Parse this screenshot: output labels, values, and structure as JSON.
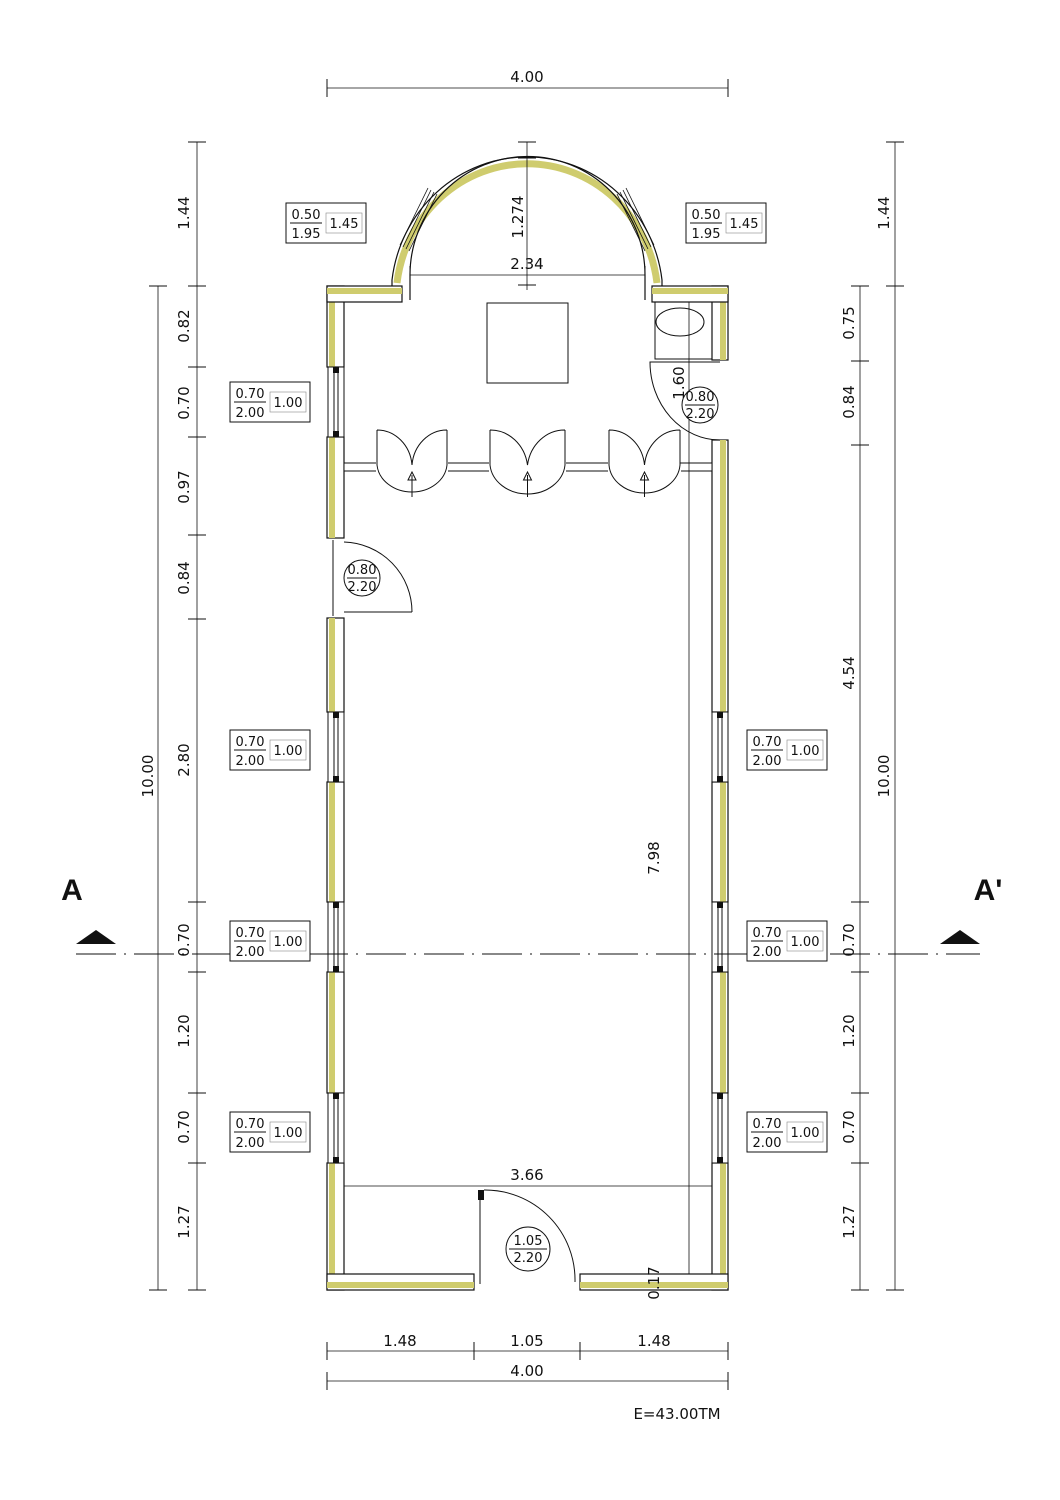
{
  "title_dims": {
    "top_width": "4.00",
    "bottom_total": "4.00",
    "bottom_left": "1.48",
    "bottom_door": "1.05",
    "bottom_right": "1.48"
  },
  "left_dims": {
    "apse": "1.44",
    "total": "10.00",
    "segments": [
      "0.82",
      "0.70",
      "0.97",
      "0.84",
      "2.80",
      "0.70",
      "1.20",
      "0.70",
      "1.27"
    ]
  },
  "right_dims": {
    "apse": "1.44",
    "total": "10.00",
    "segments": [
      "0.75",
      "0.84",
      "4.54",
      "0.70",
      "1.20",
      "0.70",
      "1.27"
    ]
  },
  "interior_dims": {
    "apse_depth": "1.274",
    "apse_width": "2.34",
    "wc_width": "1.60",
    "hall_length": "7.98",
    "inner_width": "3.66",
    "offset": "0.17"
  },
  "scale": "E=43.00TM",
  "section": {
    "left": "A",
    "right": "A'"
  },
  "apse_windows": {
    "width": "0.50",
    "height": "1.95",
    "sill": "1.45"
  },
  "windows": {
    "width": "0.70",
    "height": "2.00",
    "sill": "1.00"
  },
  "doors": {
    "side": {
      "width": "0.80",
      "height": "2.20"
    },
    "wc": {
      "width": "0.80",
      "height": "2.20"
    },
    "main": {
      "width": "1.05",
      "height": "2.20"
    }
  },
  "colors": {
    "wall_fill": "#cfcc6e",
    "line": "#111111"
  }
}
